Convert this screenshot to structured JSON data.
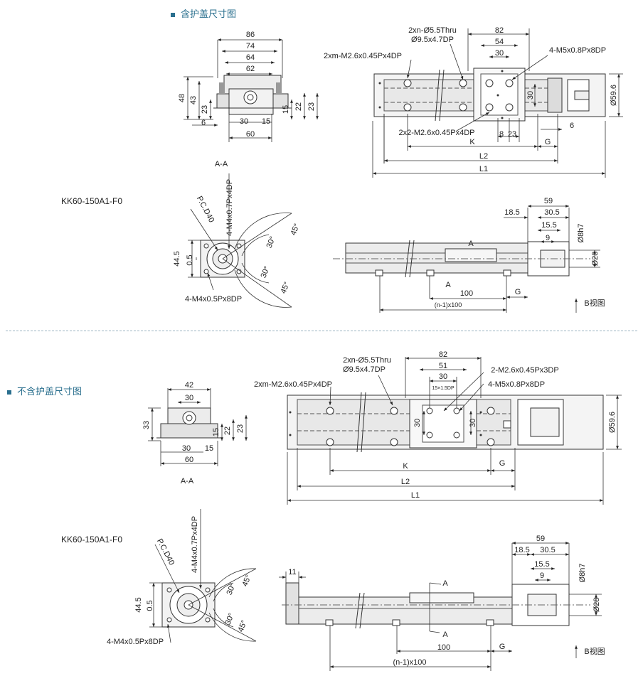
{
  "sections": {
    "with_cover": "含护盖尺寸图",
    "no_cover": "不含护盖尺寸图"
  },
  "models": {
    "top": "KK60-150A1-F0",
    "bottom": "KK60-150A1-F0"
  },
  "labels": {
    "aa_title": "A-A",
    "aa": "A-A",
    "a": "A",
    "pcd": "P.C.D40",
    "m4_07": "4-M4x0.7Px4DP",
    "m4_05": "4-M4x0.5Px8DP",
    "deg45": "45°",
    "deg30": "30°",
    "b_view": "B视图",
    "thru": "2xn-Ø5.5Thru",
    "cbore": "Ø9.5x4.7DP",
    "m26_top": "2xm-M2.6x0.45Px4DP",
    "m26_bottom": "2x2-M2.6x0.45Px4DP",
    "m26_3dp": "2-M2.6x0.45Px3DP",
    "m5": "4-M5x0.8Px8DP",
    "small_hole": "15×1.5DP",
    "phi596": "Ø59.6",
    "phi8": "Ø8h7",
    "phi28": "Ø28",
    "k": "K",
    "l2": "L2",
    "l1": "L1",
    "g": "G",
    "n100": "(n-1)x100"
  },
  "dims": {
    "d86": "86",
    "d74": "74",
    "d64": "64",
    "d62": "62",
    "d48": "48",
    "d43": "43",
    "d23": "23",
    "d6": "6",
    "d30": "30",
    "d15": "15",
    "d60": "60",
    "d22": "22",
    "d82": "82",
    "d54": "54",
    "d51": "51",
    "d8": "8",
    "d59": "59",
    "d185": "18.5",
    "d305": "30.5",
    "d155": "15.5",
    "d9": "9",
    "d445": "44.5",
    "d05": "0.5",
    "d100": "100",
    "d42": "42",
    "d33": "33",
    "d11": "11"
  }
}
